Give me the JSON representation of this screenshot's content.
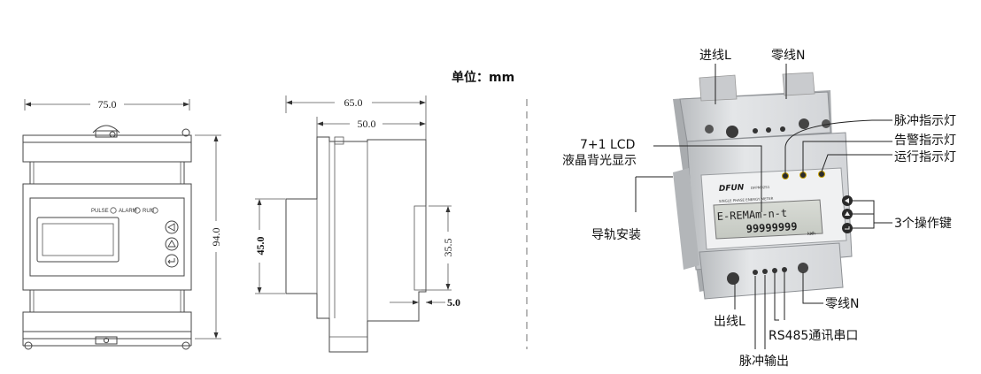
{
  "unit_label": "单位：mm",
  "front_view": {
    "width_dim": "75.0",
    "height_dim": "94.0",
    "indicator_labels": [
      "PULSE",
      "ALARM",
      "RUN"
    ]
  },
  "side_view": {
    "total_depth_dim": "65.0",
    "front_depth_dim": "50.0",
    "rail_height_dim": "45.0",
    "back_height_dim": "35.5",
    "step_dim": "5.0"
  },
  "photo": {
    "brand": "DFUN",
    "model_text": "DFPM92S1",
    "subtitle_text": "SINGLE PHASE ENERGY METER",
    "lcd_line1": "E-REMAm-n-t",
    "lcd_line2": "99999999",
    "lcd_unit": "kWh"
  },
  "callouts": {
    "input_L": "进线L",
    "neutral_in": "零线N",
    "pulse_led": "脉冲指示灯",
    "alarm_led": "告警指示灯",
    "run_led": "运行指示灯",
    "lcd_line1": "7+1 LCD",
    "lcd_line2": "液晶背光显示",
    "rail_mount": "导轨安装",
    "buttons": "3个操作键",
    "neutral_out": "零线N",
    "output_L": "出线L",
    "rs485": "RS485通讯串口",
    "pulse_output": "脉冲输出"
  }
}
